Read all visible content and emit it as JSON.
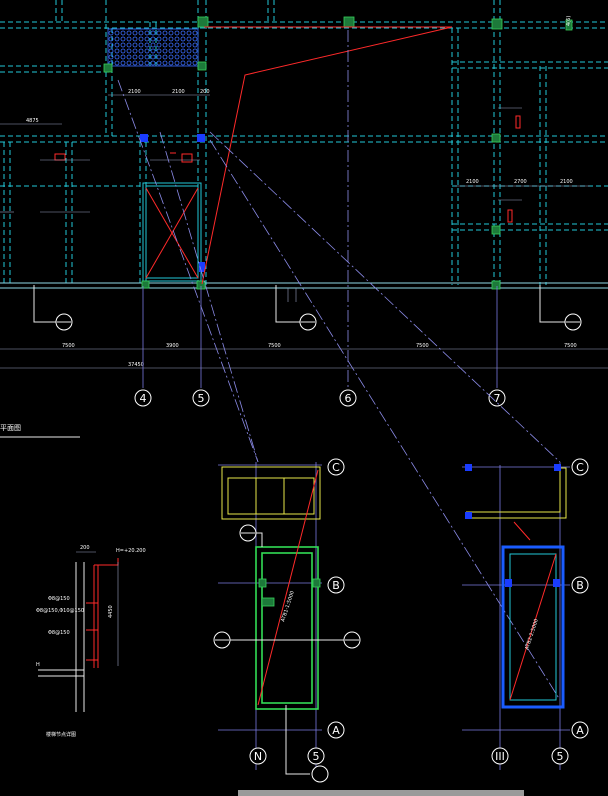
{
  "section_title": "平面图",
  "detail_title": "楼梯节点详图",
  "axis_labels": {
    "a4": "4",
    "a5": "5",
    "a6": "6",
    "a7": "7",
    "dC1": "C",
    "dB1": "B",
    "dA1": "A",
    "dN": "N",
    "d5a": "5",
    "dC2": "C",
    "dB2": "B",
    "dA2": "A",
    "dIII": "III",
    "d5b": "5"
  },
  "dimensions": {
    "total": "37450",
    "d1": "7500",
    "d2": "3900",
    "d3": "7500",
    "d4": "7500",
    "d5": "7500",
    "top1": "2100",
    "top2": "2100",
    "top3": "200",
    "right1": "2100",
    "right2": "2700",
    "right3": "2100",
    "left1": "4875",
    "det1": "200",
    "det2": "4450"
  },
  "annotations": {
    "elev_top": "H=+20.200",
    "rebar1": "Φ8@150",
    "rebar2": "Φ8@150,Φ10@150",
    "rebar3": "Φ8@150",
    "elev_bot": "H",
    "stair_note1": "4(6)",
    "stair_note2": "ATB1-1:5000",
    "stair_note3": "ATB2-2:5000"
  },
  "colors": {
    "background": "#000000",
    "beam_dashed": "#22c8d8",
    "grid_line": "#7a7ae0",
    "stair_green": "#33dd55",
    "stair_blue": "#1a5cff",
    "leader_red": "#ff2a2a",
    "outline_yellow": "#e8e84a",
    "hatch_blue": "#3a6cff"
  }
}
